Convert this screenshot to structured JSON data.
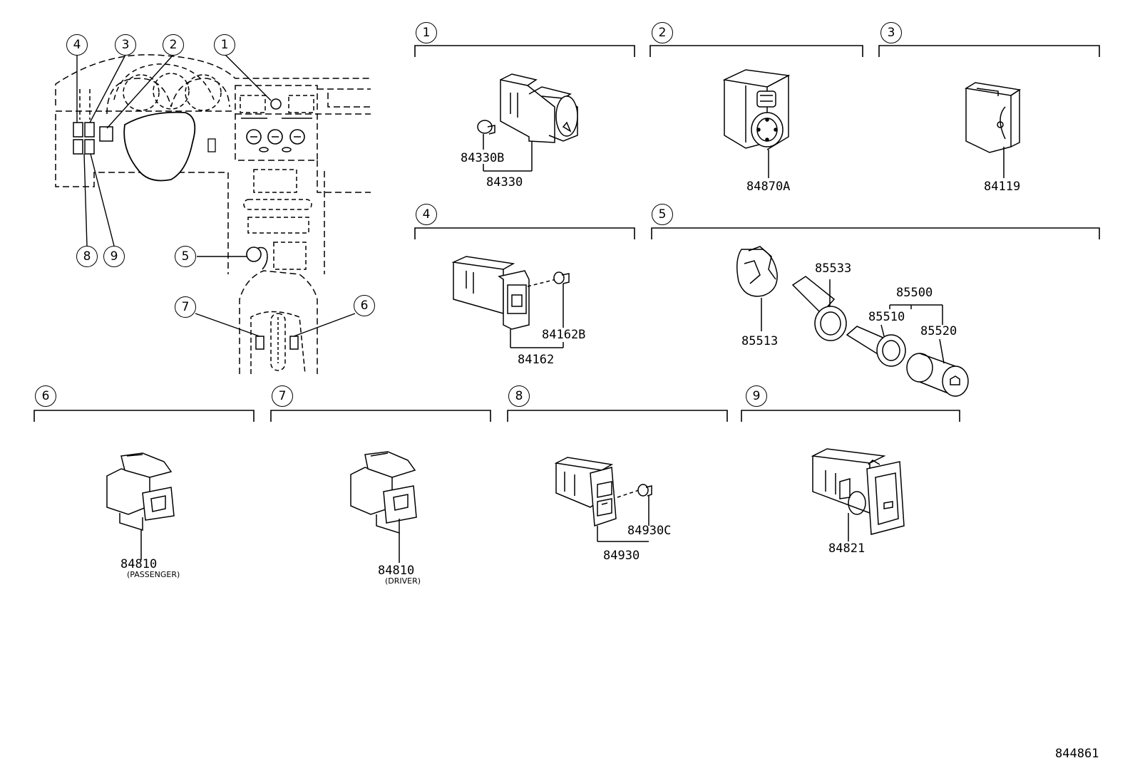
{
  "overview": {
    "callouts": [
      "1",
      "2",
      "3",
      "4",
      "5",
      "6",
      "7",
      "8",
      "9"
    ]
  },
  "sections": [
    {
      "num": "1",
      "parts": [
        "84330B",
        "84330"
      ]
    },
    {
      "num": "2",
      "parts": [
        "84870A"
      ]
    },
    {
      "num": "3",
      "parts": [
        "84119"
      ]
    },
    {
      "num": "4",
      "parts": [
        "84162B",
        "84162"
      ]
    },
    {
      "num": "5",
      "parts": [
        "85533",
        "85500",
        "85510",
        "85520",
        "85513"
      ]
    },
    {
      "num": "6",
      "parts": [
        "84810"
      ],
      "note": "(PASSENGER)"
    },
    {
      "num": "7",
      "parts": [
        "84810"
      ],
      "note": "(DRIVER)"
    },
    {
      "num": "8",
      "parts": [
        "84930C",
        "84930"
      ]
    },
    {
      "num": "9",
      "parts": [
        "84821"
      ]
    }
  ],
  "diagram_id": "844861"
}
